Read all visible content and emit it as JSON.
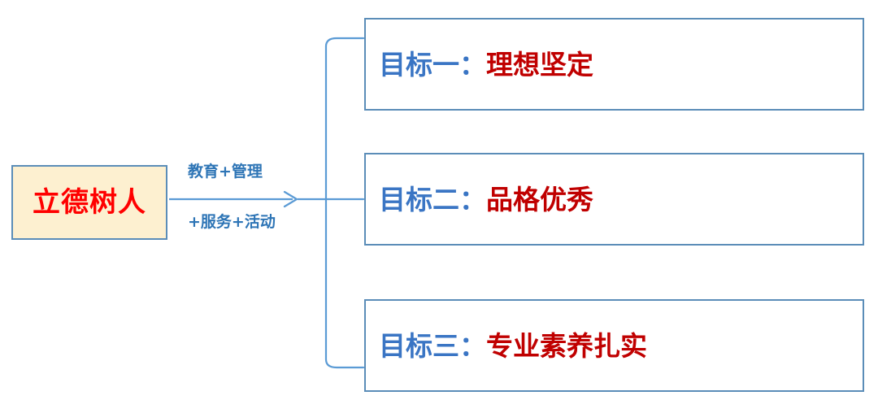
{
  "diagram": {
    "type": "tree-flow",
    "title_text": "立德树人",
    "colors": {
      "source_fill": "#FDF0D0",
      "box_border": "#5B8DB8",
      "source_text": "#FF0000",
      "edge_label_text": "#2E75B6",
      "connector_line": "#5B9BD5",
      "target_prefix_text": "#3A75C4",
      "target_value_text": "#C00000",
      "background": "#FFFFFF"
    },
    "source": {
      "label": "立德树人"
    },
    "edge_labels": {
      "top": "教育+管理",
      "bottom": "+服务+活动"
    },
    "targets": [
      {
        "prefix": "目标一：",
        "value": "理想坚定"
      },
      {
        "prefix": "目标二：",
        "value": "品格优秀"
      },
      {
        "prefix": "目标三：",
        "value": "专业素养扎实"
      }
    ]
  }
}
